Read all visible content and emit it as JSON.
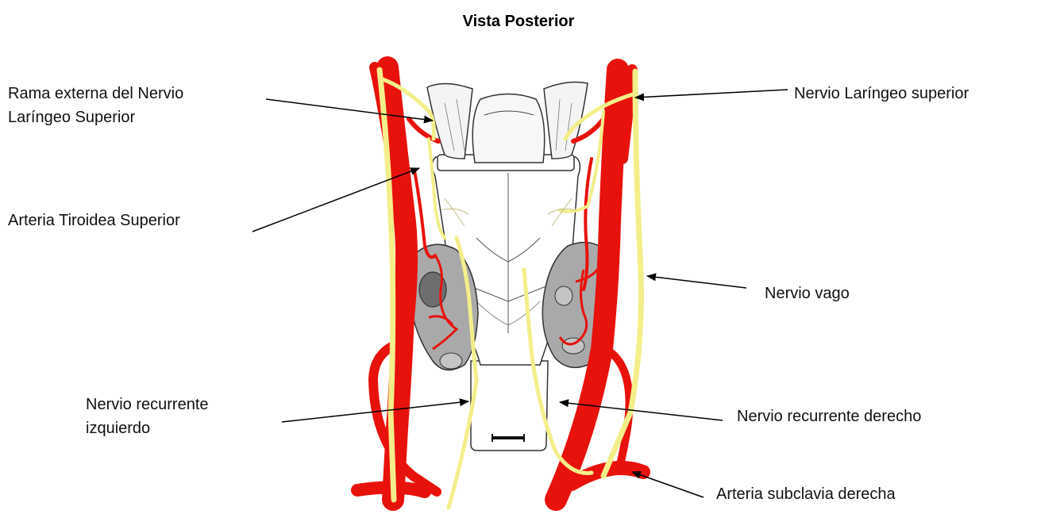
{
  "title": "Vista Posterior",
  "labels": {
    "rama_externa": "Rama externa del Nervio\nLaríngeo Superior",
    "arteria_tiroidea": "Arteria Tiroidea Superior",
    "nervio_recurrente_izq": "Nervio recurrente\nizquierdo",
    "nervio_laringeo_sup": "Nervio Laríngeo superior",
    "nervio_vago": "Nervio vago",
    "nervio_recurrente_der": "Nervio recurrente derecho",
    "arteria_subclavia_der": "Arteria subclavia derecha"
  },
  "colors": {
    "artery": "#e8120c",
    "nerve": "#f3ee8a",
    "gland": "#a9a9a9",
    "parathyroid": "#6e6e6e",
    "cartilage": "#f4f4f4",
    "outline": "#333333",
    "arrow": "#000000"
  }
}
